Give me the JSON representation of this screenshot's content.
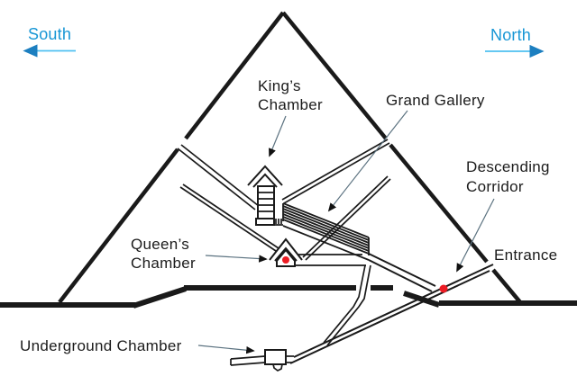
{
  "diagram": {
    "directions": {
      "south": "South",
      "north": "North"
    },
    "labels": {
      "kings_chamber": [
        "King’s",
        "Chamber"
      ],
      "grand_gallery": "Grand Gallery",
      "descending_corridor": [
        "Descending",
        "Corridor"
      ],
      "entrance": "Entrance",
      "queens_chamber": [
        "Queen’s",
        "Chamber"
      ],
      "underground_chamber": "Underground Chamber"
    },
    "icons": {
      "south_arrow": "arrow-left",
      "north_arrow": "arrow-right"
    },
    "markers": {
      "queens_chamber_dot": "red-dot",
      "descending_corridor_dot": "red-dot"
    }
  },
  "colors": {
    "line": "#1a1a1a",
    "direction_text": "#1796D5",
    "direction_arrow": "#4FC0F0",
    "direction_arrow_head": "#1C7FC0",
    "red_dot": "#EC1C24",
    "leader": "#5b7280",
    "background": "#ffffff"
  }
}
